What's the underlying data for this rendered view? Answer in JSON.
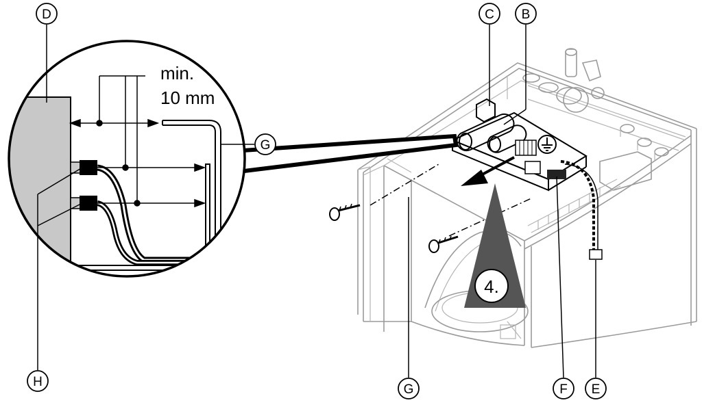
{
  "callouts": {
    "d": "D",
    "c": "C",
    "b": "B",
    "g_top": "G",
    "g_bottom": "G",
    "h": "H",
    "f": "F",
    "e": "E"
  },
  "dimension": {
    "line1": "min.",
    "line2": "10 mm"
  },
  "step": {
    "label": "4."
  },
  "colors": {
    "line": "#000000",
    "appliance_outline": "#9a9a9a",
    "panel_fill": "#c8c8c8",
    "arrow_fill": "#555555"
  },
  "icons": {
    "ground": "ground-symbol-icon"
  }
}
